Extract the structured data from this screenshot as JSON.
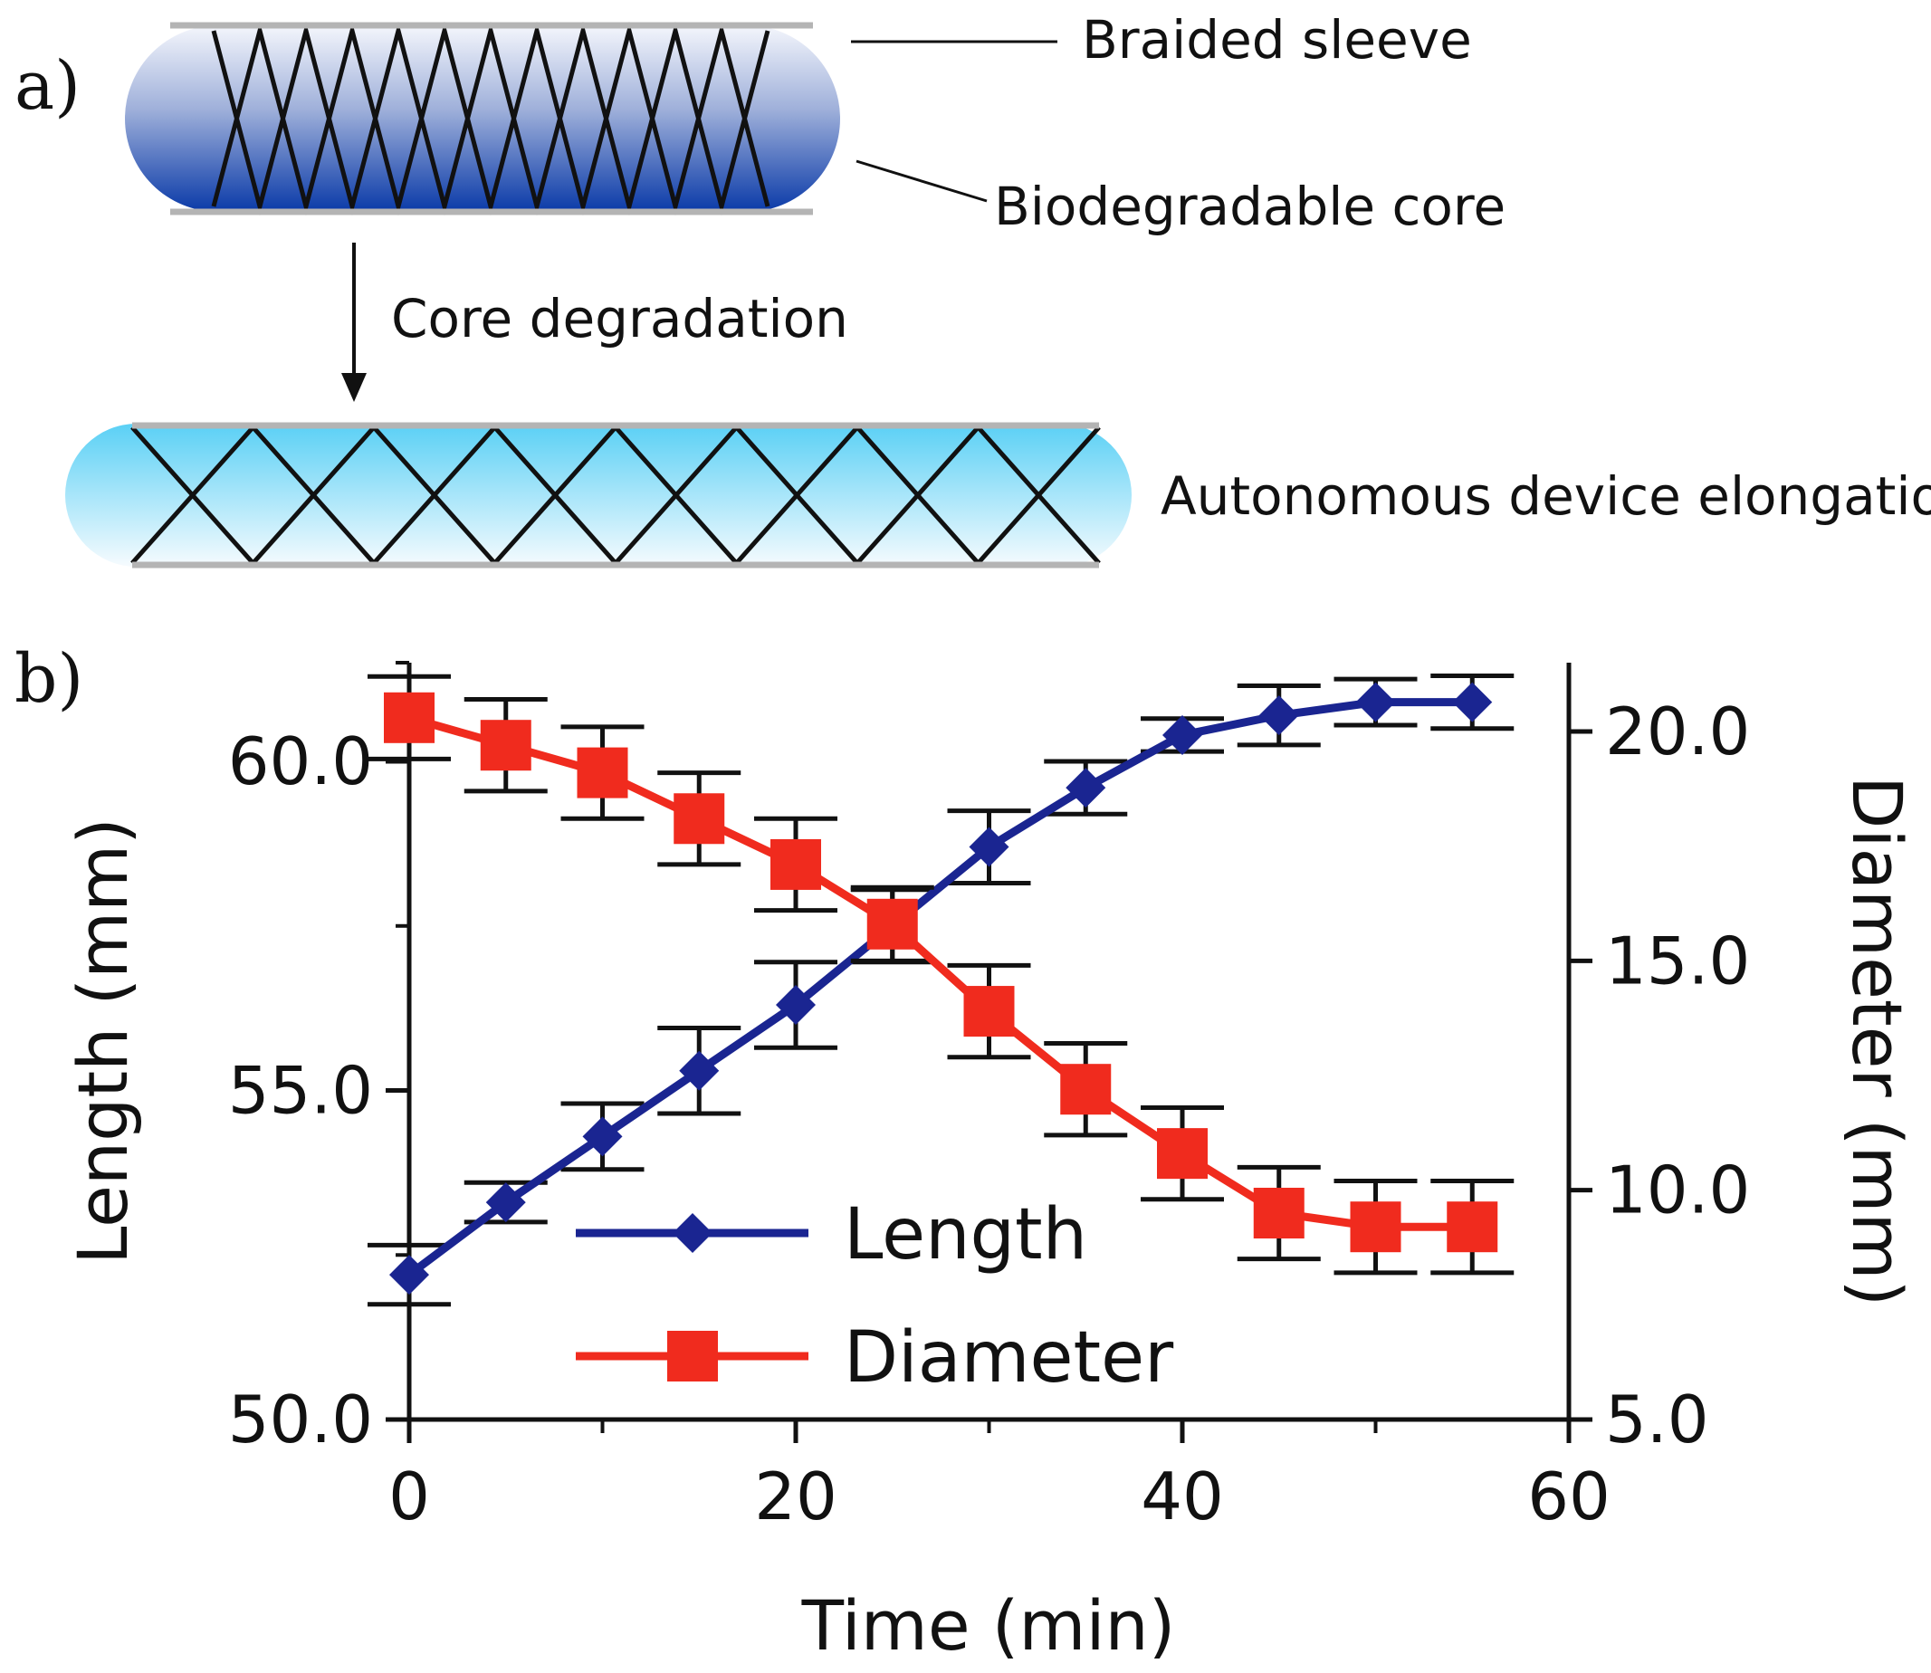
{
  "panels": {
    "a_label": "a)",
    "b_label": "b)"
  },
  "schematic": {
    "braided_sleeve_label": "Braided sleeve",
    "core_label": "Biodegradable core",
    "degradation_label": "Core degradation",
    "elongation_label": "Autonomous device elongation",
    "colors": {
      "core_dark": "#0a3aa8",
      "core_light": "#f4f6fc",
      "elongated_light": "#5ad0f5",
      "braid": "#111111",
      "sleeve_edge": "#b4b4b4"
    }
  },
  "chart_data": {
    "type": "line",
    "title": "",
    "xlabel": "Time (min)",
    "ylabel_left": "Length (mm)",
    "ylabel_right": "Diameter (mm)",
    "xlim": [
      0,
      60
    ],
    "ylim_left": [
      50,
      61.5
    ],
    "ylim_right": [
      5,
      21.5
    ],
    "x_ticks": [
      "0",
      "20",
      "40",
      "60"
    ],
    "y_left_ticks": [
      "50.0",
      "55.0",
      "60.0"
    ],
    "y_right_ticks": [
      "5.0",
      "10.0",
      "15.0",
      "20.0"
    ],
    "grid": false,
    "legend_position": "lower-left",
    "x": [
      0,
      5,
      10,
      15,
      20,
      25,
      30,
      35,
      40,
      45,
      50,
      55
    ],
    "series": [
      {
        "name": "Length",
        "axis": "left",
        "color": "#1a2591",
        "marker": "diamond",
        "values": [
          52.2,
          53.3,
          54.3,
          55.3,
          56.3,
          57.5,
          58.7,
          59.6,
          60.4,
          60.7,
          60.9,
          60.9
        ],
        "errors": [
          0.45,
          0.3,
          0.5,
          0.65,
          0.65,
          0.55,
          0.55,
          0.4,
          0.25,
          0.45,
          0.35,
          0.4
        ]
      },
      {
        "name": "Diameter",
        "axis": "right",
        "color": "#f02b1e",
        "marker": "square",
        "values": [
          20.3,
          19.7,
          19.1,
          18.1,
          17.1,
          15.8,
          13.9,
          12.2,
          10.8,
          9.5,
          9.2,
          9.2
        ],
        "errors": [
          0.9,
          1.0,
          1.0,
          1.0,
          1.0,
          0.8,
          1.0,
          1.0,
          1.0,
          1.0,
          1.0,
          1.0
        ]
      }
    ]
  }
}
